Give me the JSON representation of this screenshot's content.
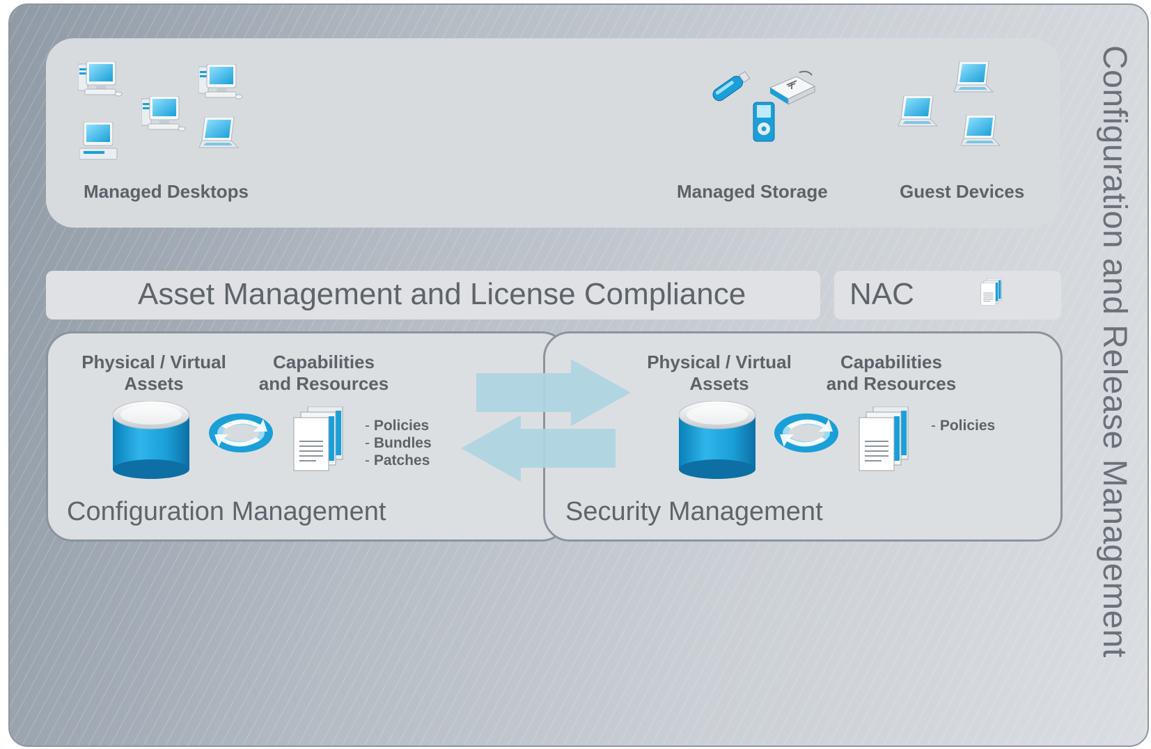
{
  "frame": {
    "title": "Configuration and Release Management"
  },
  "devices": {
    "desktops_label": "Managed Desktops",
    "storage_label": "Managed Storage",
    "guest_label": "Guest Devices"
  },
  "asset_bar": {
    "label": "Asset Management and License Compliance"
  },
  "nac": {
    "label": "NAC"
  },
  "config_mgmt": {
    "title": "Configuration Management",
    "col1": [
      "Physical / Virtual",
      "Assets"
    ],
    "col2": [
      "Capabilities",
      "and Resources"
    ],
    "items": [
      "Policies",
      "Bundles",
      "Patches"
    ]
  },
  "security_mgmt": {
    "title": "Security Management",
    "col1": [
      "Physical / Virtual",
      "Assets"
    ],
    "col2": [
      "Capabilities",
      "and Resources"
    ],
    "items": [
      "Policies"
    ]
  },
  "colors": {
    "accent_blue": "#1aa0dc",
    "arrow_blue": "#aed4e2",
    "text_gray": "#5c6268"
  },
  "icons": [
    "desktop-computer-icon",
    "laptop-icon",
    "usb-drive-icon",
    "external-drive-icon",
    "media-player-icon",
    "database-icon",
    "sync-icon",
    "documents-icon",
    "arrow-right-icon",
    "arrow-left-icon"
  ]
}
